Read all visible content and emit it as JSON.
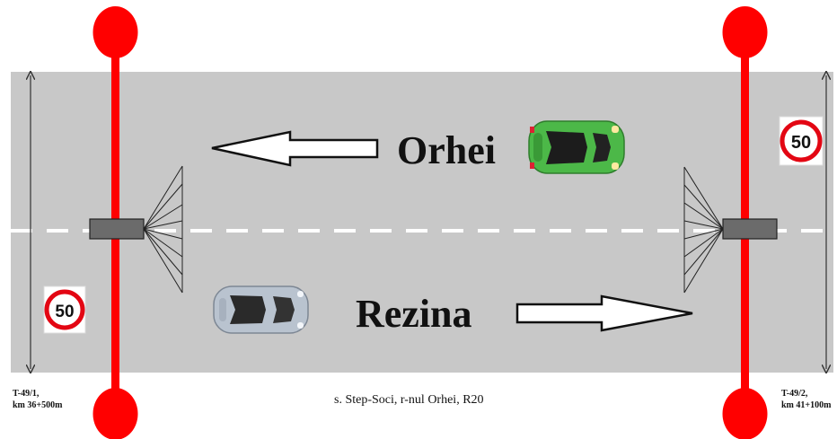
{
  "directions": {
    "upper": "Orhei",
    "lower": "Rezina"
  },
  "speed_signs": {
    "right": "50",
    "left": "50"
  },
  "stations": {
    "left": {
      "code": "T-49/1,",
      "km": "km 36+500m"
    },
    "right": {
      "code": "T-49/2,",
      "km": "km 41+100m"
    }
  },
  "location": "s. Step-Soci, r-nul Orhei, R20",
  "colors": {
    "road": "#c8c8c8",
    "pole": "#ff0000",
    "upper_car": "#4cb848",
    "lower_car": "#b9c3cf"
  }
}
